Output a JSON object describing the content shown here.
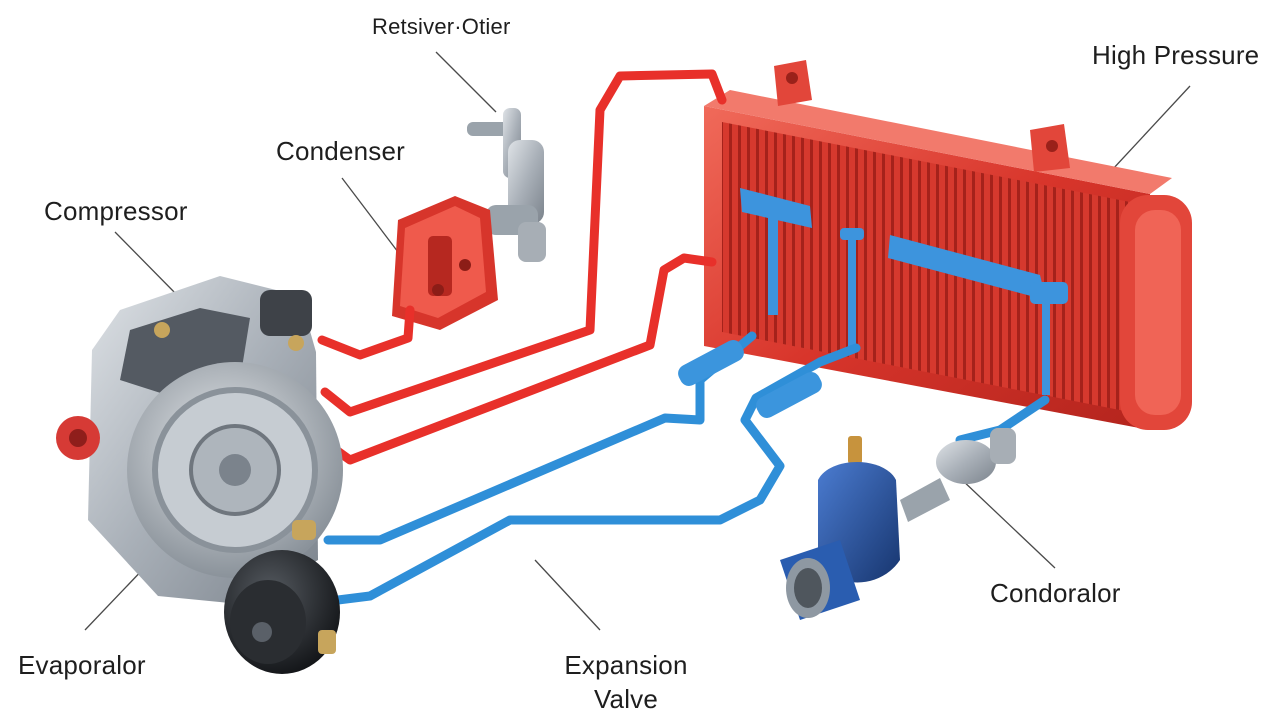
{
  "labels": {
    "receiver_drier": "Retsiver·Otier",
    "high_pressure": "High Pressure",
    "condenser": "Condenser",
    "compressor": "Compressor",
    "evaporator": "Evaporalor",
    "expansion_valve_line1": "Expansion",
    "expansion_valve_line2": "Valve",
    "condorator": "Condoralor"
  },
  "colors": {
    "high_pressure_line": "#e8302a",
    "low_pressure_line": "#2f8fd8",
    "condenser_body": "#e0483c",
    "compressor_body": "#b9c0c8",
    "valve_body": "#1f4f9c"
  }
}
